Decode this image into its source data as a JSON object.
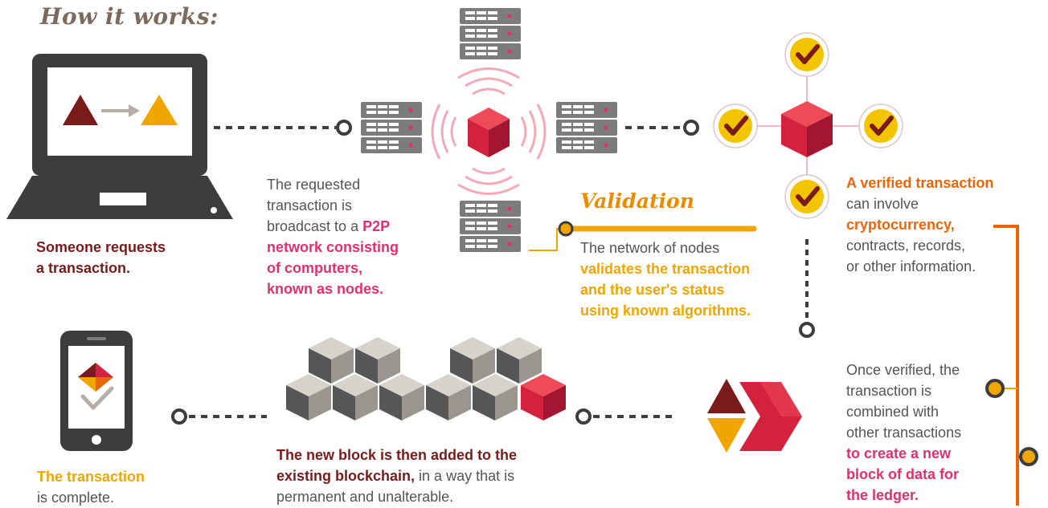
{
  "header": {
    "title": "How it works:"
  },
  "step1": {
    "line1": "Someone requests",
    "line2": "a transaction."
  },
  "step2": {
    "line1": "The requested",
    "line2": "transaction is",
    "line3_plain": "broadcast to a ",
    "line3_highlight": "P2P",
    "line4": "network consisting",
    "line5": "of computers,",
    "line6": "known as nodes."
  },
  "step3": {
    "heading": "Validation",
    "line1": "The network of nodes",
    "line2": "validates the transaction",
    "line3": "and the user's status",
    "line4": "using known algorithms."
  },
  "step4": {
    "line1": "A verified transaction",
    "line2": "can involve",
    "line3": "cryptocurrency,",
    "line4": "contracts, records,",
    "line5": "or other information."
  },
  "step5": {
    "line1": "Once verified, the",
    "line2": "transaction is",
    "line3": "combined with",
    "line4": "other transactions",
    "line5": "to create a new",
    "line6": "block of data for",
    "line7": "the ledger."
  },
  "step6": {
    "line1_bold": "The new block is then added to the",
    "line2_bold": "existing blockchain,",
    "line2_plain": " in a way that is",
    "line3": "permanent and unalterable."
  },
  "step7": {
    "line1": "The transaction",
    "line2": "is complete."
  },
  "colors": {
    "dark_red": "#7a1b1b",
    "red": "#d4213d",
    "pink": "#e0306d",
    "amber": "#f0a500",
    "orange": "#e8650c",
    "dark_grey": "#3d3d3d"
  }
}
